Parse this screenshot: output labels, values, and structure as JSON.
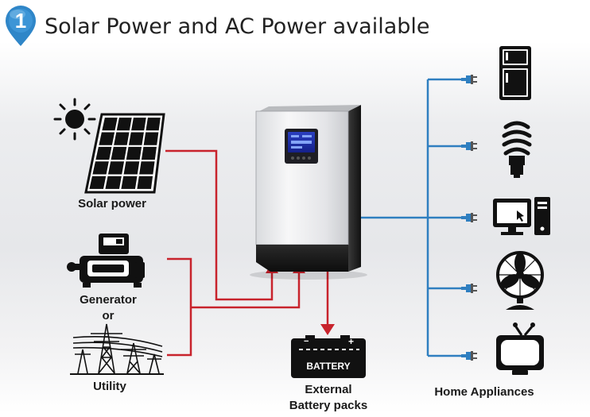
{
  "header": {
    "step_number": "1",
    "title": "Solar Power and AC Power available"
  },
  "sources": {
    "solar_label": "Solar power",
    "generator_label": "Generator",
    "or_label": "or",
    "utility_label": "Utility"
  },
  "battery": {
    "box_text": "BATTERY",
    "label_line1": "External",
    "label_line2": "Battery packs"
  },
  "loads": {
    "label": "Home Appliances"
  },
  "colors": {
    "input_wire": "#c8232c",
    "output_wire": "#2f7fc0",
    "badge": "#2f86c8",
    "icon": "#111111"
  }
}
